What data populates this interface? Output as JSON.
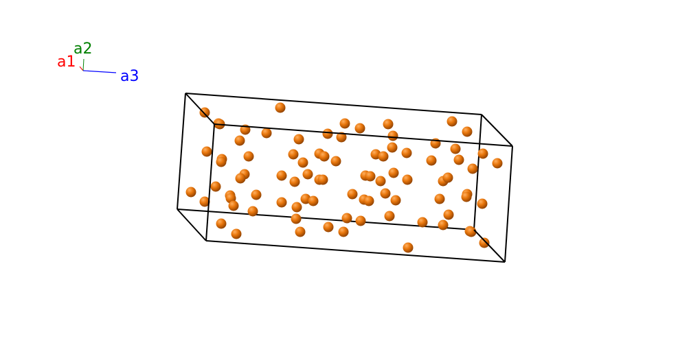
{
  "axes": {
    "a1": {
      "label": "a1",
      "color": "#ff0000"
    },
    "a2": {
      "label": "a2",
      "color": "#008000"
    },
    "a3": {
      "label": "a3",
      "color": "#0000ff"
    }
  },
  "atom_color": "#e8760c",
  "cell_edge_color": "#000000"
}
